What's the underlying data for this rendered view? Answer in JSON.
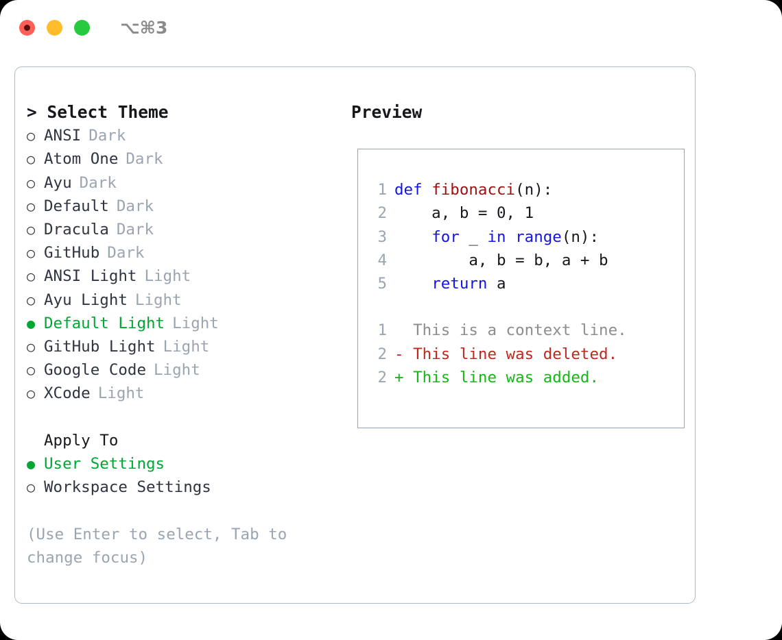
{
  "titlebar": {
    "lights": [
      {
        "name": "close-button",
        "color": "#ff5f56"
      },
      {
        "name": "minimize-button",
        "color": "#ffbd2e"
      },
      {
        "name": "maximize-button",
        "color": "#27c93f"
      }
    ],
    "shortcut": "⌥⌘3"
  },
  "theme_picker": {
    "heading": "> Select Theme",
    "items": [
      {
        "bullet": "○",
        "label": "ANSI",
        "tag": "Dark",
        "selected": false
      },
      {
        "bullet": "○",
        "label": "Atom One",
        "tag": "Dark",
        "selected": false
      },
      {
        "bullet": "○",
        "label": "Ayu",
        "tag": "Dark",
        "selected": false
      },
      {
        "bullet": "○",
        "label": "Default",
        "tag": "Dark",
        "selected": false
      },
      {
        "bullet": "○",
        "label": "Dracula",
        "tag": "Dark",
        "selected": false
      },
      {
        "bullet": "○",
        "label": "GitHub",
        "tag": "Dark",
        "selected": false
      },
      {
        "bullet": "○",
        "label": "ANSI Light",
        "tag": "Light",
        "selected": false
      },
      {
        "bullet": "○",
        "label": "Ayu Light",
        "tag": "Light",
        "selected": false
      },
      {
        "bullet": "●",
        "label": "Default Light",
        "tag": "Light",
        "selected": true
      },
      {
        "bullet": "○",
        "label": "GitHub Light",
        "tag": "Light",
        "selected": false
      },
      {
        "bullet": "○",
        "label": "Google Code",
        "tag": "Light",
        "selected": false
      },
      {
        "bullet": "○",
        "label": "XCode",
        "tag": "Light",
        "selected": false
      }
    ]
  },
  "apply_to": {
    "heading": "Apply To",
    "items": [
      {
        "bullet": "●",
        "label": "User Settings",
        "selected": true
      },
      {
        "bullet": "○",
        "label": "Workspace Settings",
        "selected": false
      }
    ]
  },
  "hint": "(Use Enter to select, Tab to change focus)",
  "preview": {
    "title": "Preview",
    "code_lines": [
      {
        "number": "1",
        "tokens": [
          {
            "text": "def ",
            "cls": "tok-kw"
          },
          {
            "text": "fibonacci",
            "cls": "tok-fn"
          },
          {
            "text": "(n):",
            "cls": "tok-pl"
          }
        ]
      },
      {
        "number": "2",
        "tokens": [
          {
            "text": "    a, b = 0, 1",
            "cls": "tok-pl"
          }
        ]
      },
      {
        "number": "3",
        "tokens": [
          {
            "text": "    ",
            "cls": "tok-pl"
          },
          {
            "text": "for",
            "cls": "tok-kw"
          },
          {
            "text": " _ ",
            "cls": "tok-pl"
          },
          {
            "text": "in",
            "cls": "tok-kw"
          },
          {
            "text": " ",
            "cls": "tok-pl"
          },
          {
            "text": "range",
            "cls": "tok-kw"
          },
          {
            "text": "(n):",
            "cls": "tok-pl"
          }
        ]
      },
      {
        "number": "4",
        "tokens": [
          {
            "text": "        a, b = b, a + b",
            "cls": "tok-pl"
          }
        ]
      },
      {
        "number": "5",
        "tokens": [
          {
            "text": "    ",
            "cls": "tok-pl"
          },
          {
            "text": "return",
            "cls": "tok-kw"
          },
          {
            "text": " a",
            "cls": "tok-pl"
          }
        ]
      }
    ],
    "diff_lines": [
      {
        "number": "1",
        "marker": "  ",
        "text": "This is a context line.",
        "cls": "tok-ctx"
      },
      {
        "number": "2",
        "marker": "- ",
        "text": "This line was deleted.",
        "cls": "tok-del"
      },
      {
        "number": "2",
        "marker": "+ ",
        "text": "This line was added.",
        "cls": "tok-add"
      }
    ]
  },
  "colors": {
    "accent_green": "#00a733",
    "muted_gray": "#9aa5b1",
    "keyword_blue": "#1414e6",
    "function_red": "#9b1111",
    "diff_add": "#14b814",
    "diff_del": "#c0281e",
    "panel_border": "#aeb9c7",
    "preview_border": "#97a3b4"
  }
}
